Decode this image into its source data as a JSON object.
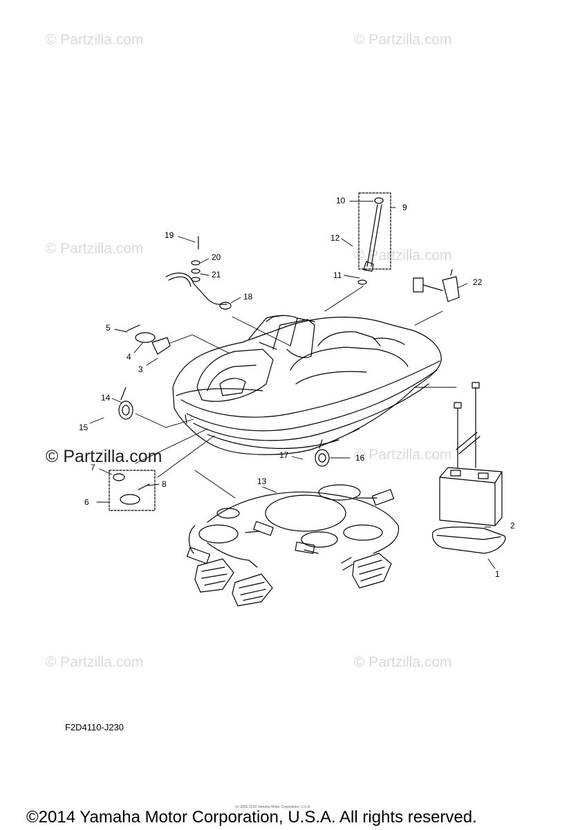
{
  "watermark": "© Partzilla.com",
  "callouts": [
    "1",
    "2",
    "3",
    "4",
    "5",
    "6",
    "7",
    "8",
    "9",
    "10",
    "11",
    "12",
    "13",
    "14",
    "15",
    "16",
    "17",
    "18",
    "19",
    "20",
    "21",
    "22"
  ],
  "diagram_code": "F2D4110-J230",
  "tiny_notice": "(c) 2005-2016 Yamaha Motor Corporation, U.S.A.",
  "copyright": "©2014 Yamaha Motor Corporation, U.S.A. All rights reserved.",
  "colors": {
    "ink": "#000000",
    "watermark": "#d9d9d9",
    "background": "#ffffff"
  }
}
